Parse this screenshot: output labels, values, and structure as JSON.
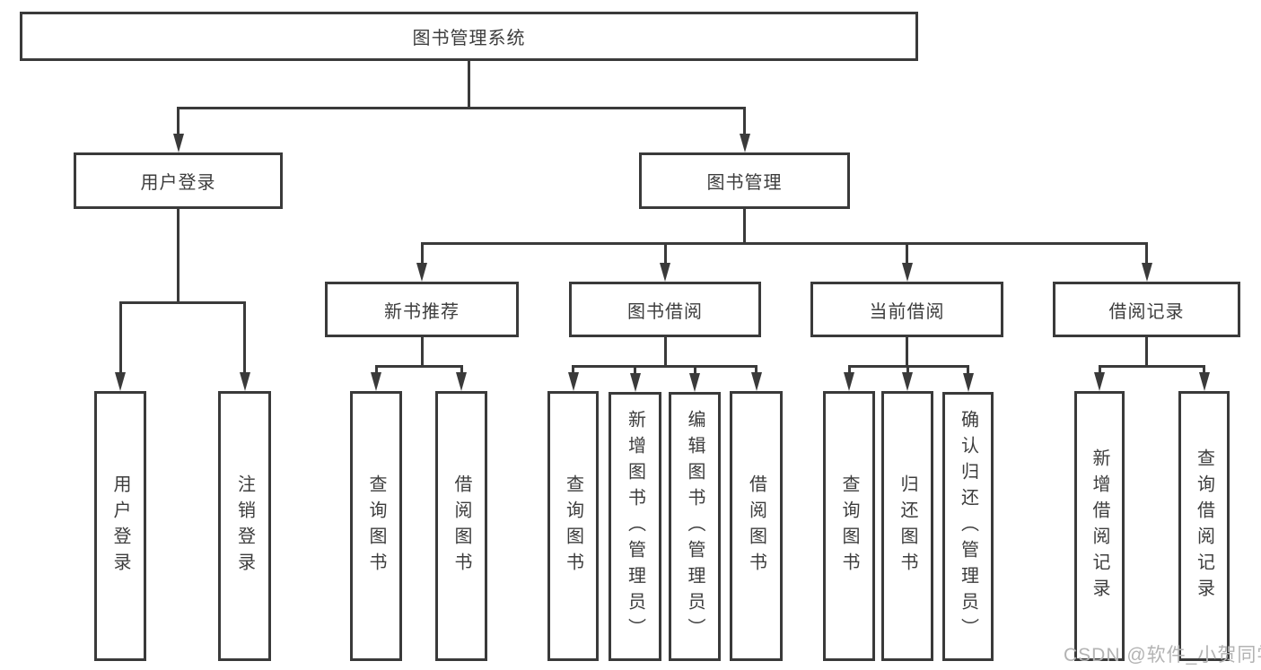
{
  "diagram_title": "图书管理系统",
  "watermark": "CSDN @软件_小贺同学",
  "colors": {
    "line": "#3a3a3a",
    "text": "#3d3d3d",
    "background": "#ffffff",
    "box_fill": "#ffffff",
    "watermark": "#b3b3b3"
  },
  "nodes": [
    {
      "id": "root",
      "label": "图书管理系统",
      "parent": null,
      "orientation": "h"
    },
    {
      "id": "user-login",
      "label": "用户登录",
      "parent": "root",
      "orientation": "h"
    },
    {
      "id": "book-mgmt",
      "label": "图书管理",
      "parent": "root",
      "orientation": "h"
    },
    {
      "id": "login",
      "label": "用户登录",
      "parent": "user-login",
      "orientation": "v"
    },
    {
      "id": "logout",
      "label": "注销登录",
      "parent": "user-login",
      "orientation": "v"
    },
    {
      "id": "new-book-rec",
      "label": "新书推荐",
      "parent": "book-mgmt",
      "orientation": "h"
    },
    {
      "id": "book-borrow",
      "label": "图书借阅",
      "parent": "book-mgmt",
      "orientation": "h"
    },
    {
      "id": "current-borrow",
      "label": "当前借阅",
      "parent": "book-mgmt",
      "orientation": "h"
    },
    {
      "id": "borrow-records",
      "label": "借阅记录",
      "parent": "book-mgmt",
      "orientation": "h"
    },
    {
      "id": "query-books-1",
      "label": "查询图书",
      "parent": "new-book-rec",
      "orientation": "v"
    },
    {
      "id": "borrow-books-1",
      "label": "借阅图书",
      "parent": "new-book-rec",
      "orientation": "v"
    },
    {
      "id": "query-books-2",
      "label": "查询图书",
      "parent": "book-borrow",
      "orientation": "v"
    },
    {
      "id": "add-books",
      "label": "新增图书（管理员）",
      "parent": "book-borrow",
      "orientation": "v"
    },
    {
      "id": "edit-books",
      "label": "编辑图书（管理员）",
      "parent": "book-borrow",
      "orientation": "v"
    },
    {
      "id": "borrow-books-2",
      "label": "借阅图书",
      "parent": "book-borrow",
      "orientation": "v"
    },
    {
      "id": "query-books-3",
      "label": "查询图书",
      "parent": "current-borrow",
      "orientation": "v"
    },
    {
      "id": "return-books",
      "label": "归还图书",
      "parent": "current-borrow",
      "orientation": "v"
    },
    {
      "id": "confirm-return",
      "label": "确认归还（管理员）",
      "parent": "current-borrow",
      "orientation": "v"
    },
    {
      "id": "add-borrow-record",
      "label": "新增借阅记录",
      "parent": "borrow-records",
      "orientation": "v"
    },
    {
      "id": "query-borrow-record",
      "label": "查询借阅记录",
      "parent": "borrow-records",
      "orientation": "v"
    }
  ]
}
